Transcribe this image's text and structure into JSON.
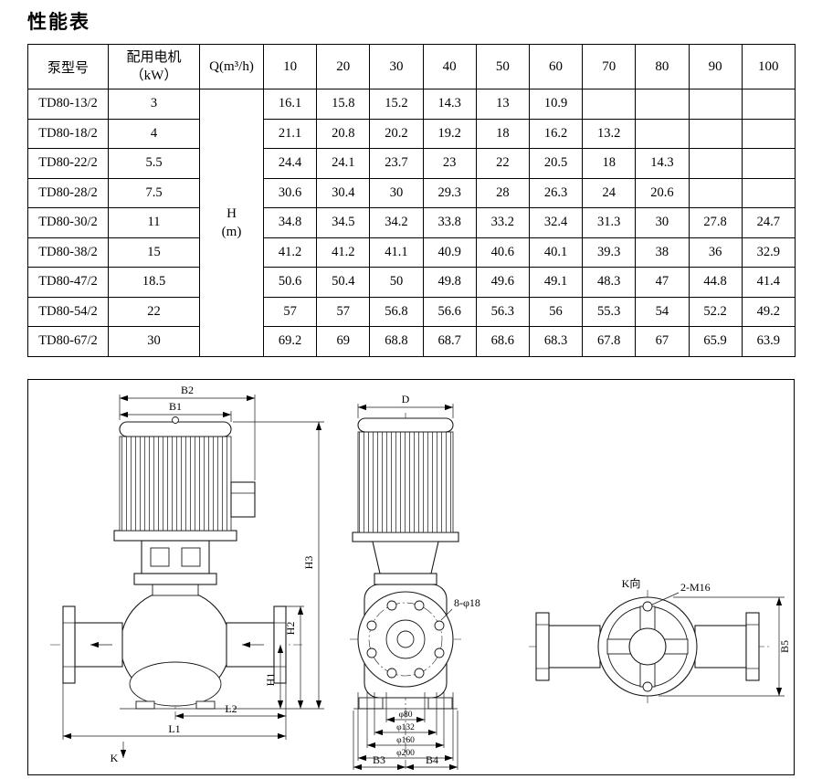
{
  "title": "性能表",
  "table": {
    "headers": {
      "model": "泵型号",
      "motor_line1": "配用电机",
      "motor_line2": "（kW）",
      "flow": "Q(m³/h)",
      "flows": [
        "10",
        "20",
        "30",
        "40",
        "50",
        "60",
        "70",
        "80",
        "90",
        "100"
      ]
    },
    "head_line1": "H",
    "head_line2": "(m)",
    "rows": [
      {
        "model": "TD80-13/2",
        "power": "3",
        "heads": [
          "16.1",
          "15.8",
          "15.2",
          "14.3",
          "13",
          "10.9",
          "",
          "",
          "",
          ""
        ]
      },
      {
        "model": "TD80-18/2",
        "power": "4",
        "heads": [
          "21.1",
          "20.8",
          "20.2",
          "19.2",
          "18",
          "16.2",
          "13.2",
          "",
          "",
          ""
        ]
      },
      {
        "model": "TD80-22/2",
        "power": "5.5",
        "heads": [
          "24.4",
          "24.1",
          "23.7",
          "23",
          "22",
          "20.5",
          "18",
          "14.3",
          "",
          ""
        ]
      },
      {
        "model": "TD80-28/2",
        "power": "7.5",
        "heads": [
          "30.6",
          "30.4",
          "30",
          "29.3",
          "28",
          "26.3",
          "24",
          "20.6",
          "",
          ""
        ]
      },
      {
        "model": "TD80-30/2",
        "power": "11",
        "heads": [
          "34.8",
          "34.5",
          "34.2",
          "33.8",
          "33.2",
          "32.4",
          "31.3",
          "30",
          "27.8",
          "24.7"
        ]
      },
      {
        "model": "TD80-38/2",
        "power": "15",
        "heads": [
          "41.2",
          "41.2",
          "41.1",
          "40.9",
          "40.6",
          "40.1",
          "39.3",
          "38",
          "36",
          "32.9"
        ]
      },
      {
        "model": "TD80-47/2",
        "power": "18.5",
        "heads": [
          "50.6",
          "50.4",
          "50",
          "49.8",
          "49.6",
          "49.1",
          "48.3",
          "47",
          "44.8",
          "41.4"
        ]
      },
      {
        "model": "TD80-54/2",
        "power": "22",
        "heads": [
          "57",
          "57",
          "56.8",
          "56.6",
          "56.3",
          "56",
          "55.3",
          "54",
          "52.2",
          "49.2"
        ]
      },
      {
        "model": "TD80-67/2",
        "power": "30",
        "heads": [
          "69.2",
          "69",
          "68.8",
          "68.7",
          "68.6",
          "68.3",
          "67.8",
          "67",
          "65.9",
          "63.9"
        ]
      }
    ]
  },
  "drawing": {
    "dims": {
      "b1": "B1",
      "b2": "B2",
      "d": "D",
      "h1": "H1",
      "h2": "H2",
      "h3": "H3",
      "l1": "L1",
      "l2": "L2",
      "k": "K",
      "k_view": "K向",
      "m16": "2-M16",
      "phi18": "8-φ18",
      "phi80": "φ80",
      "phi132": "φ132",
      "phi160": "φ160",
      "phi200": "φ200",
      "b3": "B3",
      "b4": "B4",
      "b5": "B5"
    }
  }
}
